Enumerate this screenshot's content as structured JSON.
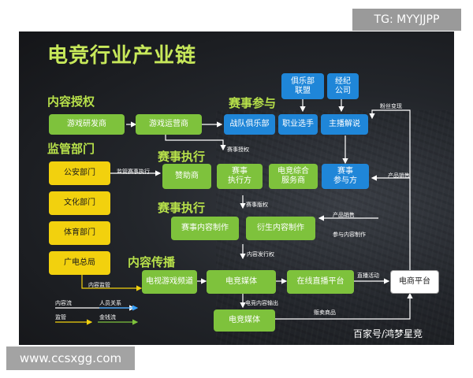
{
  "watermark_top": "TG: MYYJJPP",
  "watermark_bottom": "www.ccsxgg.com",
  "title": "电竞行业产业链",
  "sections": {
    "content_auth": "内容授权",
    "regulator": "监管部门",
    "event_participate": "赛事参与",
    "event_exec_1": "赛事执行",
    "event_exec_2": "赛事执行",
    "content_spread": "内容传播"
  },
  "nodes": {
    "game_dev": "游戏研发商",
    "game_op": "游戏运营商",
    "club_union": "俱乐部\n联盟",
    "agent_company": "经纪\n公司",
    "team_club": "战队俱乐部",
    "pro_player": "职业选手",
    "caster": "主播解说",
    "police": "公安部门",
    "culture": "文化部门",
    "sports": "体育部门",
    "broadcast": "广电总局",
    "sponsor": "赞助商",
    "event_executor": "赛事\n执行方",
    "esports_service": "电竞综合\n服务商",
    "event_participant": "赛事\n参与方",
    "event_content": "赛事内容制作",
    "derivative_content": "衍生内容制作",
    "tv_channel": "电视游戏频道",
    "esports_media_1": "电竞媒体",
    "live_platform": "在线直播平台",
    "ecommerce": "电商平台",
    "esports_media_2": "电竞媒体"
  },
  "edge_labels": {
    "fan_monetize": "粉丝变现",
    "supervise_exec": "监管赛事执行",
    "event_auth": "赛事授权",
    "product_sales_1": "产品销售",
    "event_copyright": "赛事版权",
    "product_sales_2": "产品销售",
    "join_content": "参与内容制作",
    "content_release": "内容发行权",
    "live_activity": "直播活动",
    "content_supervise": "内容监管",
    "content_output": "电竞内容输出",
    "sell_goods": "贩卖商品"
  },
  "legend": {
    "content_flow": "内容流",
    "people_relation": "人员关系",
    "supervision": "监管",
    "money_flow": "金钱流"
  },
  "colors": {
    "green": "#7ec23c",
    "blue": "#1f86d8",
    "yellow": "#f2d10e",
    "title": "#c7e85a",
    "people_arrow": "#3aa3ff",
    "supervise_arrow": "#f2d10e",
    "money_arrow": "#7ec23c"
  },
  "credit": "百家号/鸿梦星竞"
}
